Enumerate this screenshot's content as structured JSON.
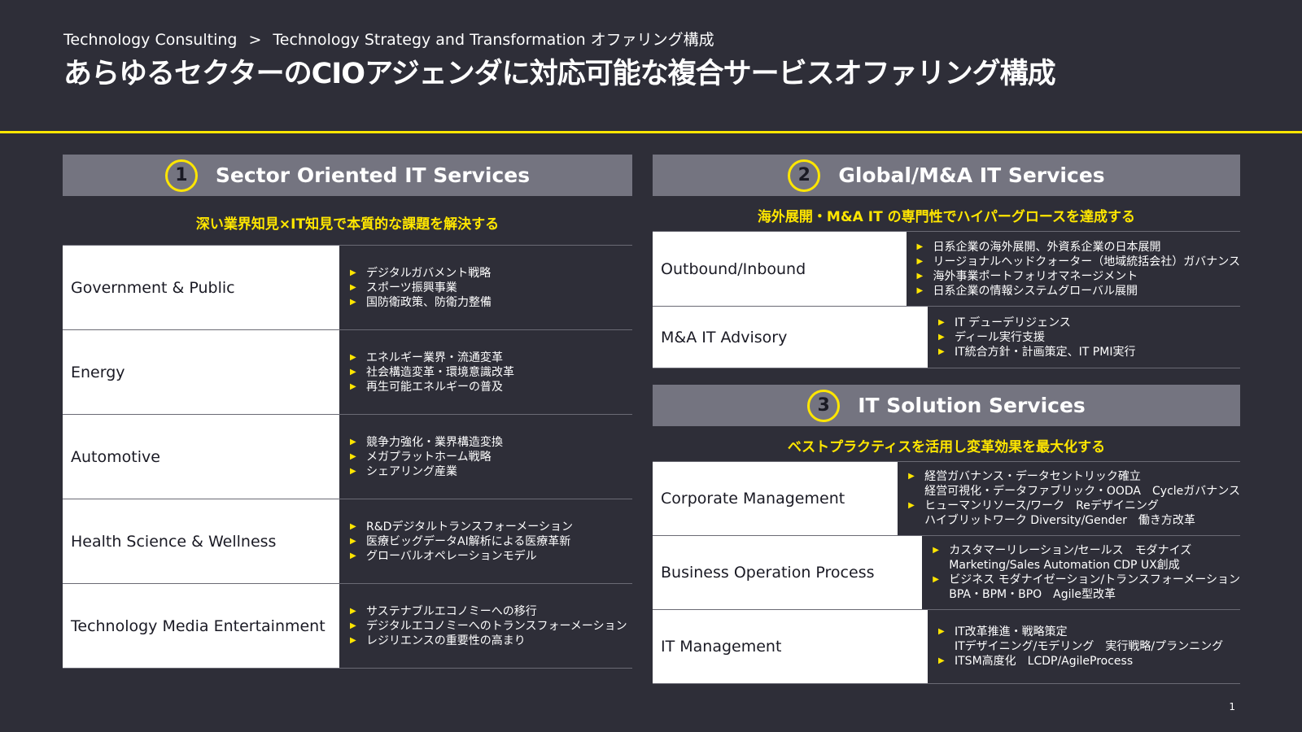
{
  "breadcrumb": {
    "part1": "Technology Consulting",
    "separator": ">",
    "part2": "Technology Strategy and Transformation オファリング構成"
  },
  "page_title": "あらゆるセクターのCIOアジェンダに対応可能な複合サービスオファリング構成",
  "colors": {
    "accent": "#ffe600",
    "background": "#2e2e38",
    "header_band": "#747480"
  },
  "sections": [
    {
      "number": "1",
      "title": "Sector Oriented IT Services",
      "tagline": "深い業界知見×IT知見で本質的な課題を解決する",
      "rows": [
        {
          "name": "Government & Public",
          "items": [
            "デジタルガバメント戦略",
            "スポーツ振興事業",
            "国防衛政策、防衛力整備"
          ]
        },
        {
          "name": "Energy",
          "items": [
            "エネルギー業界・流通変革",
            "社会構造変革・環境意識改革",
            "再生可能エネルギーの普及"
          ]
        },
        {
          "name": "Automotive",
          "items": [
            "競争力強化・業界構造変換",
            "メガプラットホーム戦略",
            "シェアリング産業"
          ]
        },
        {
          "name": "Health Science & Wellness",
          "items": [
            "R&Dデジタルトランスフォーメーション",
            "医療ビッグデータAI解析による医療革新",
            "グローバルオペレーションモデル"
          ]
        },
        {
          "name": "Technology Media Entertainment",
          "items": [
            "サステナブルエコノミーへの移行",
            "デジタルエコノミーへのトランスフォーメーション",
            "レジリエンスの重要性の高まり"
          ]
        }
      ]
    },
    {
      "number": "2",
      "title": "Global/M&A IT Services",
      "tagline": "海外展開・M&A IT の専門性でハイパーグロースを達成する",
      "rows": [
        {
          "name": "Outbound/Inbound",
          "items": [
            "日系企業の海外展開、外資系企業の日本展開",
            "リージョナルヘッドクォーター（地域統括会社）ガバナンス",
            "海外事業ポートフォリオマネージメント",
            "日系企業の情報システムグローバル展開"
          ]
        },
        {
          "name": "M&A IT Advisory",
          "items": [
            "IT デューデリジェンス",
            "ディール実行支援",
            "IT統合方針・計画策定、IT PMI実行"
          ]
        }
      ]
    },
    {
      "number": "3",
      "title": "IT Solution Services",
      "tagline": "ベストプラクティスを活用し変革効果を最大化する",
      "rows": [
        {
          "name": "Corporate Management",
          "items": [
            {
              "b": "経営ガバナンス・データセントリック確立"
            },
            {
              "c": "経営可視化・データファブリック・OODA　Cycleガバナンス"
            },
            {
              "b": "ヒューマンリソース/ワーク　Reデザイニング"
            },
            {
              "c": "ハイブリットワーク Diversity/Gender　働き方改革"
            }
          ]
        },
        {
          "name": "Business Operation Process",
          "items": [
            {
              "b": "カスタマーリレーション/セールス　モダナイズ"
            },
            {
              "c": "Marketing/Sales Automation CDP UX創成"
            },
            {
              "b": "ビジネス モダナイゼーション/トランスフォーメーション"
            },
            {
              "c": "BPA・BPM・BPO　Agile型改革"
            }
          ]
        },
        {
          "name": "IT Management",
          "items": [
            {
              "b": "IT改革推進・戦略策定"
            },
            {
              "c": "ITデザイニング/モデリング　実行戦略/プランニング"
            },
            {
              "b": "ITSM高度化　LCDP/AgileProcess"
            }
          ]
        }
      ]
    }
  ],
  "page_number": "1"
}
